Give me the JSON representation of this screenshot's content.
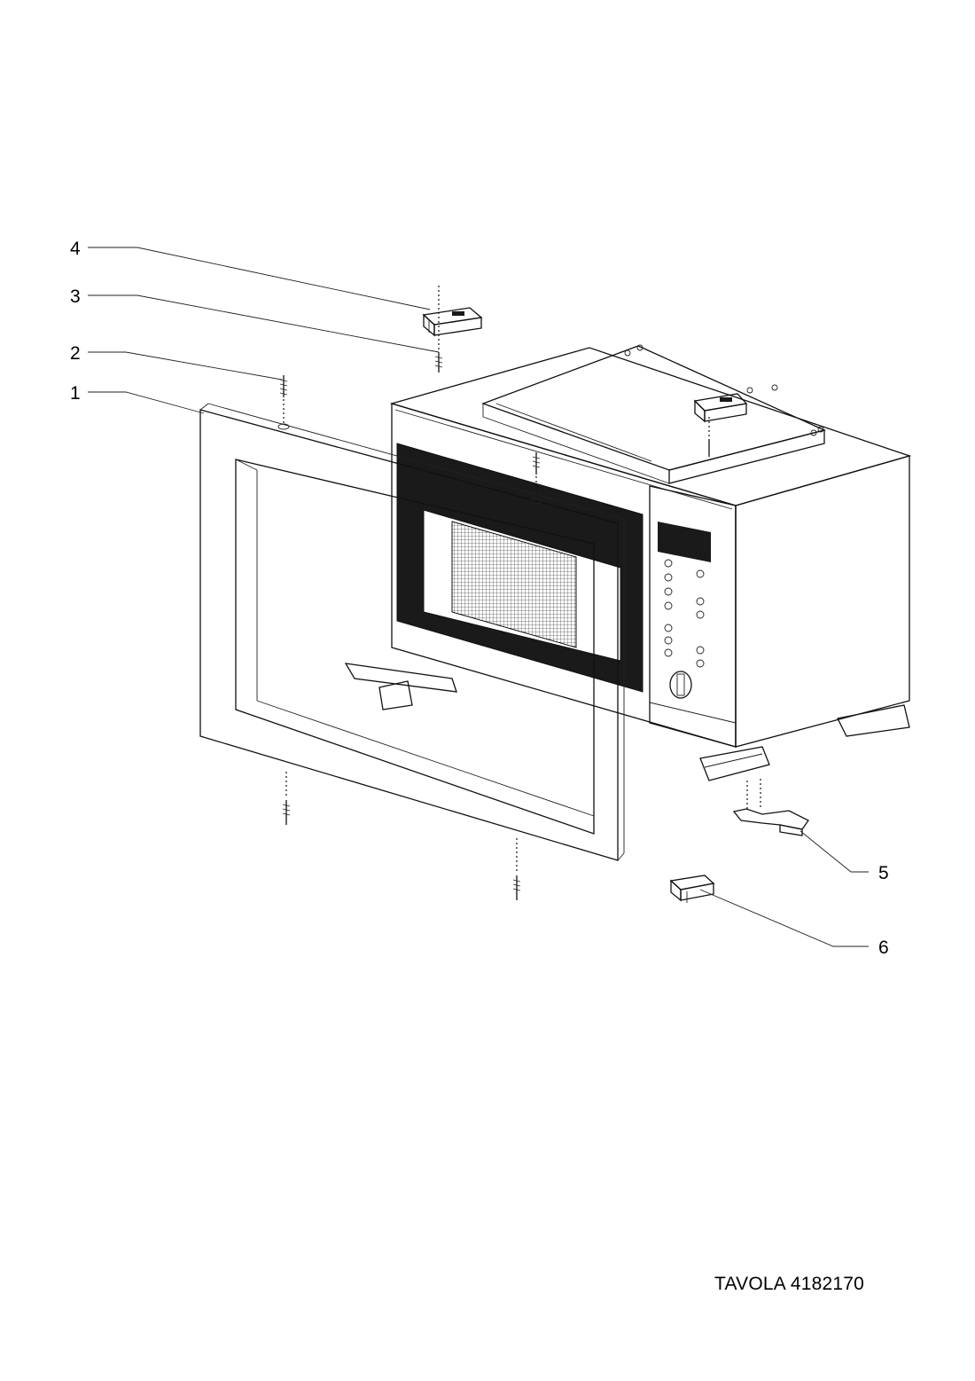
{
  "callouts": [
    {
      "id": "1",
      "label": "1"
    },
    {
      "id": "2",
      "label": "2"
    },
    {
      "id": "3",
      "label": "3"
    },
    {
      "id": "4",
      "label": "4"
    },
    {
      "id": "5",
      "label": "5"
    },
    {
      "id": "6",
      "label": "6"
    }
  ],
  "footer": {
    "table_id": "TAVOLA 4182170"
  },
  "colors": {
    "line": "#111111",
    "panel": "#1a1a1a",
    "fill": "#ffffff"
  }
}
